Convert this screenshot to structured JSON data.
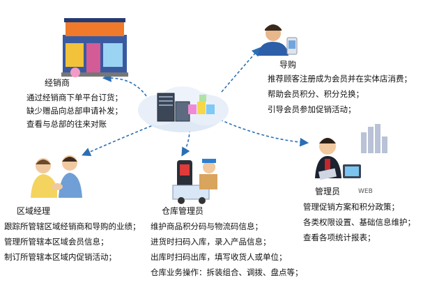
{
  "center": {
    "icon": "server-cloud-icon"
  },
  "nodes": [
    {
      "id": "dealer",
      "icon": "storefront-icon",
      "label": "经销商",
      "lines": [
        "通过经销商下单平台订货；",
        "缺少赠品向总部申请补发；",
        "查看与总部的往来对账"
      ]
    },
    {
      "id": "guide",
      "icon": "person-phone-icon",
      "label": "导购",
      "lines": [
        "推荐顾客注册成为会员并在实体店消费；",
        "帮助会员积分、积分兑换；",
        "引导会员参加促销活动；"
      ]
    },
    {
      "id": "regional-manager",
      "icon": "handshake-icon",
      "label": "区域经理",
      "lines": [
        "跟踪所管辖区域经销商和导购的业绩；",
        "管理所管辖本区域会员信息；",
        "制订所管辖本区域内促销活动；"
      ]
    },
    {
      "id": "warehouse-manager",
      "icon": "delivery-scanner-icon",
      "label": "仓库管理员",
      "lines": [
        "维护商品积分码与物流码信息；",
        "进货时扫码入库，录入产品信息；",
        "出库时扫码出库，填写收货人或单位；",
        "仓库业务操作：拆装组合、调拨、盘点等；"
      ]
    },
    {
      "id": "administrator",
      "icon": "admin-web-icon",
      "label": "管理员",
      "web_tag": "WEB",
      "lines": [
        "管理促销方案和积分政策；",
        "各类权限设置、基础信息维护；",
        "查看各项统计报表；"
      ]
    }
  ],
  "colors": {
    "connector": "#2a6fb5",
    "cloud": "#dfe9f6",
    "accent": "#1f6fc9"
  }
}
